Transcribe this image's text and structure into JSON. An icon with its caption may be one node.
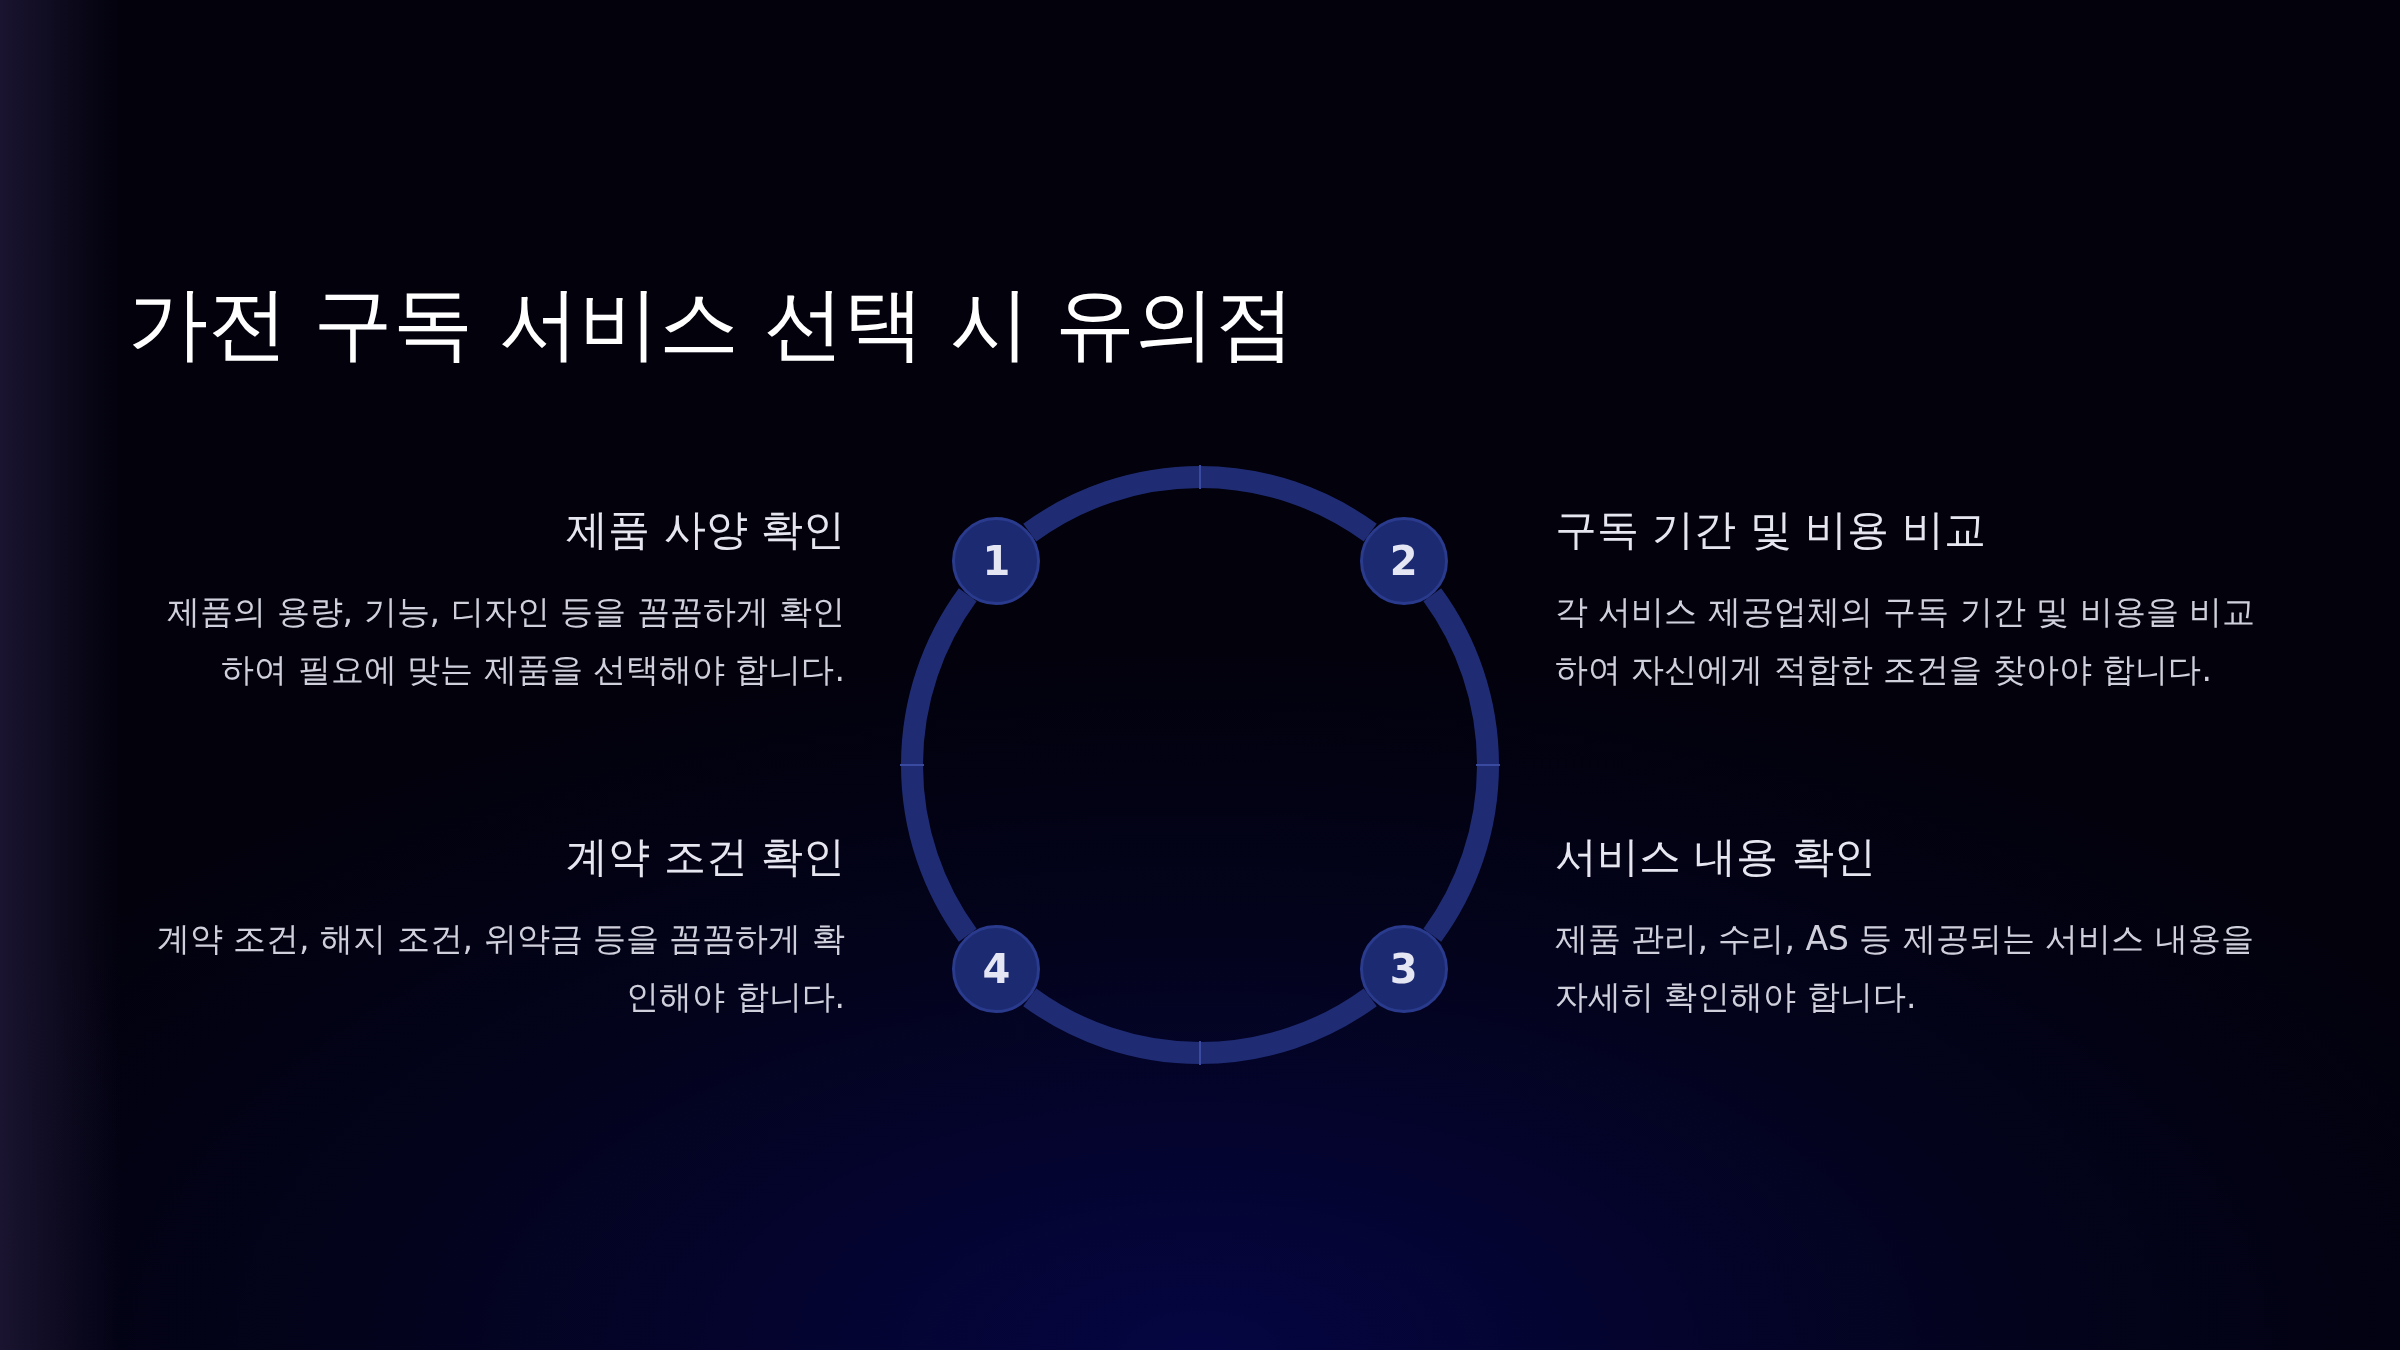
{
  "diagram": {
    "title": "가전 구독 서비스 선택 시 유의점",
    "nodes": [
      {
        "text": [
          "1"
        ],
        "beside": [
          "제품 사양 확인",
          "제품의 용량, 기능, 디자인 등을 꼼꼼하게 확인하여 필요에 맞는 제품을 선택해야 합니다."
        ]
      },
      {
        "text": [
          "2"
        ],
        "beside": [
          "구독 기간 및 비용 비교",
          "각 서비스 제공업체의 구독 기간 및 비용을 비교하여 자신에게 적합한 조건을 찾아야 합니다."
        ]
      },
      {
        "text": [
          "3"
        ],
        "beside": [
          "서비스 내용 확인",
          "제품 관리, 수리, AS 등 제공되는 서비스 내용을 자세히 확인해야 합니다."
        ]
      },
      {
        "text": [
          "4"
        ],
        "beside": [
          "계약 조건 확인",
          "계약 조건, 해지 조건, 위약금 등을 꼼꼼하게 확인해야 합니다."
        ]
      }
    ],
    "edges": [
      {
        "from": 0,
        "to": 1,
        "arrow": "none"
      },
      {
        "from": 1,
        "to": 2,
        "arrow": "none"
      },
      {
        "from": 2,
        "to": 3,
        "arrow": "none"
      },
      {
        "from": 3,
        "to": 0,
        "arrow": "none"
      }
    ]
  }
}
